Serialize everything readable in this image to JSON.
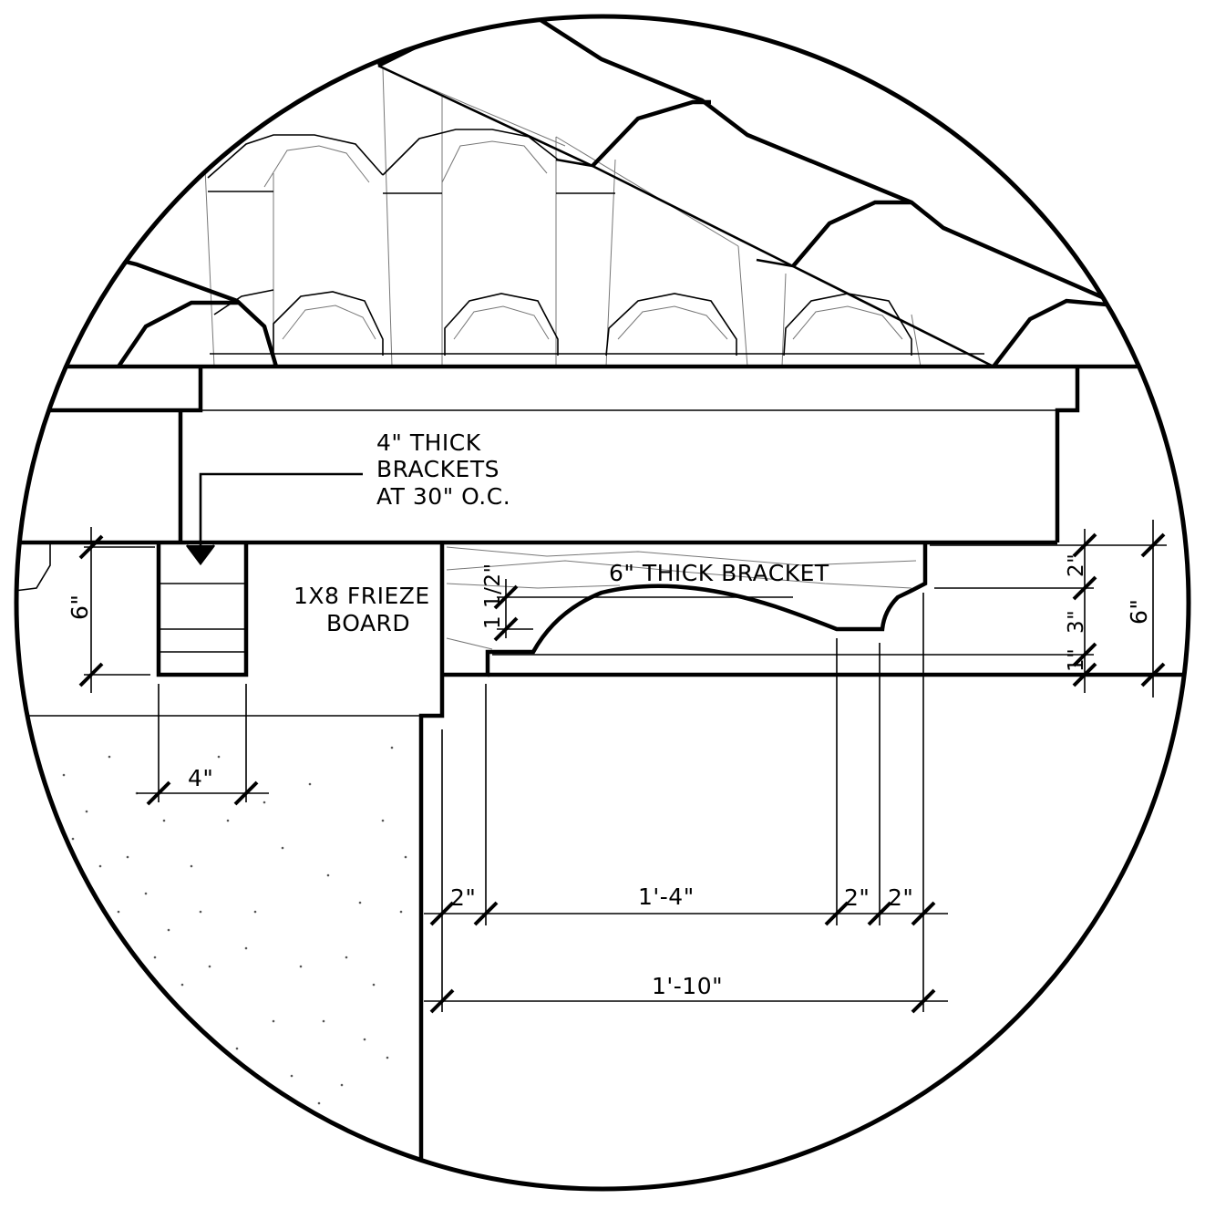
{
  "annotations": {
    "bracket_note": [
      "4\" THICK",
      "BRACKETS",
      "AT 30\" O.C."
    ],
    "frieze_note": [
      "1X8 FRIEZE",
      "BOARD"
    ],
    "bracket_label": "6\" THICK BRACKET"
  },
  "dimensions": {
    "left_height": "6\"",
    "left_width": "4\"",
    "arch_rise": "1 1/2\"",
    "right_top": "2\"",
    "right_middle": "3\"",
    "right_bottom": "1\"",
    "right_total": "6\"",
    "bottom_left_2": "2\"",
    "bottom_span": "1'-4\"",
    "bottom_right_2a": "2\"",
    "bottom_right_2b": "2\"",
    "bottom_total": "1'-10\""
  }
}
